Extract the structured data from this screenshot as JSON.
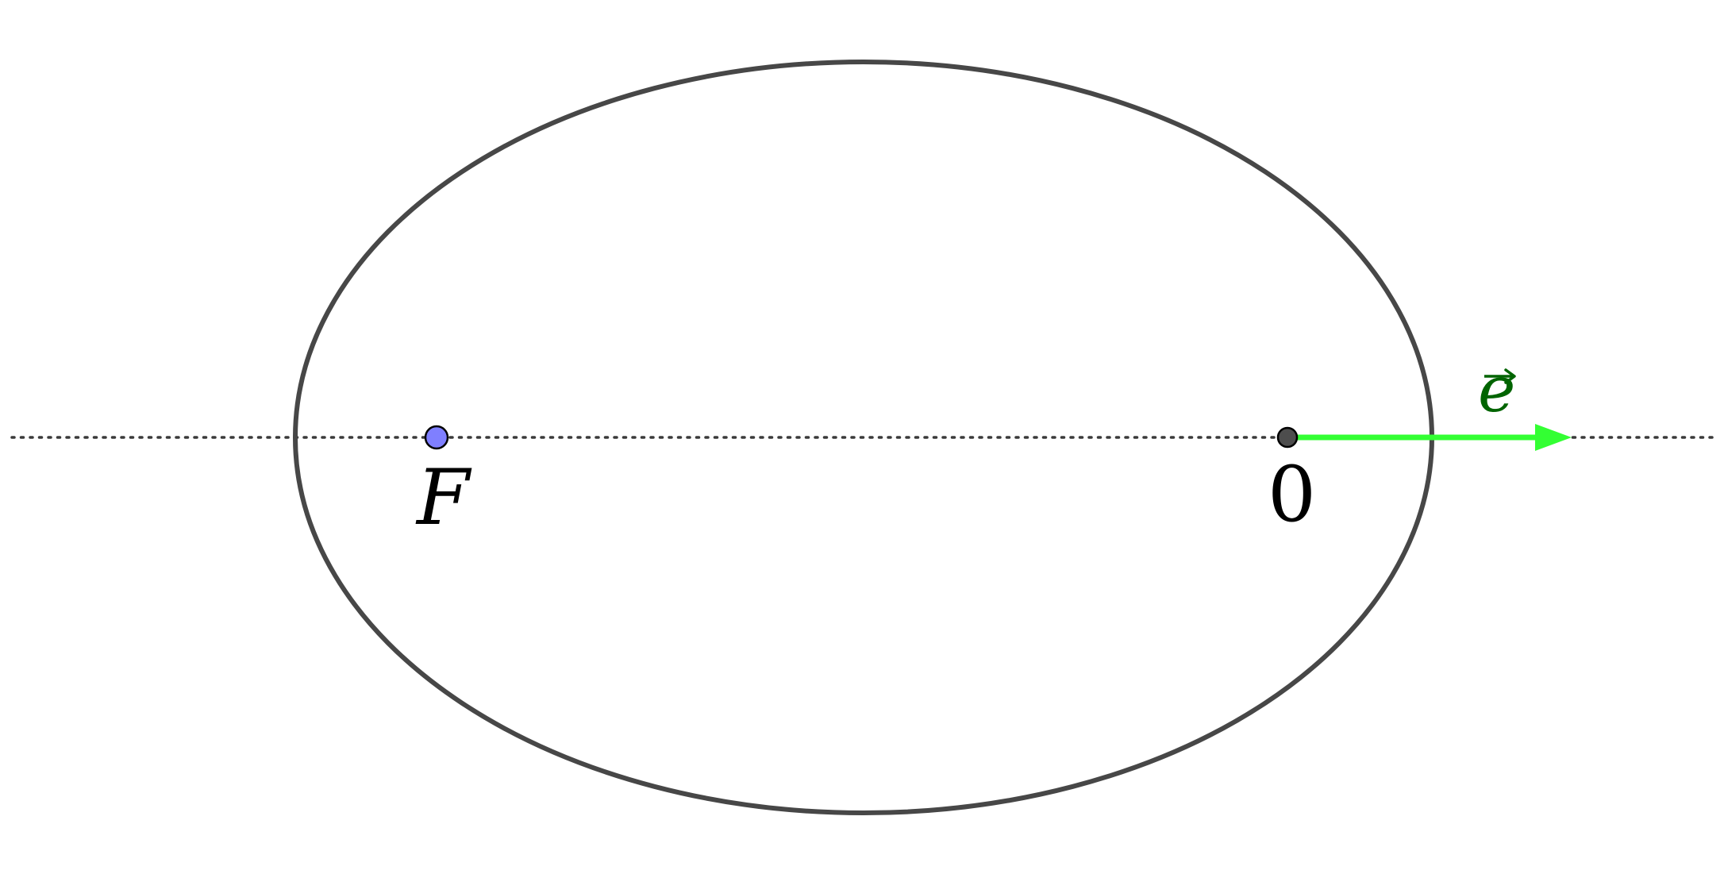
{
  "labels": {
    "focus": "F",
    "origin": "0",
    "vector": "e"
  },
  "colors": {
    "ellipse": "#474747",
    "axis": "#3a3a3a",
    "focus_point": "#7f7fff",
    "origin_point": "#4d4d4d",
    "vector": "#33ff33",
    "vector_label": "#006400",
    "label": "#000000"
  }
}
